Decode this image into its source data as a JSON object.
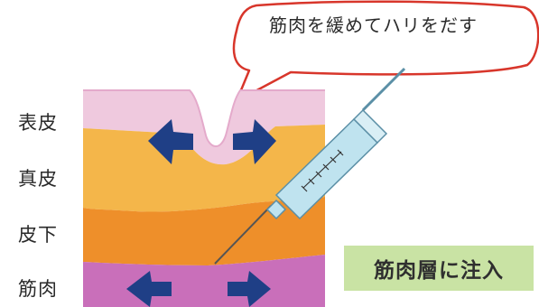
{
  "labels": {
    "epidermis": "表皮",
    "dermis": "真皮",
    "subcutis": "皮下",
    "muscle": "筋肉"
  },
  "callout": {
    "text": "筋肉を緩めてハリをだす"
  },
  "badge": {
    "text": "筋肉層に注入"
  },
  "colors": {
    "epidermis": "#efc9de",
    "dermis": "#f4b64a",
    "subcutis": "#ee8f2a",
    "muscle": "#c96fba",
    "arrow": "#1f3f86",
    "callout_border": "#d8362b",
    "badge_bg": "#c9e3a4",
    "syringe": "#bfe3ef"
  }
}
